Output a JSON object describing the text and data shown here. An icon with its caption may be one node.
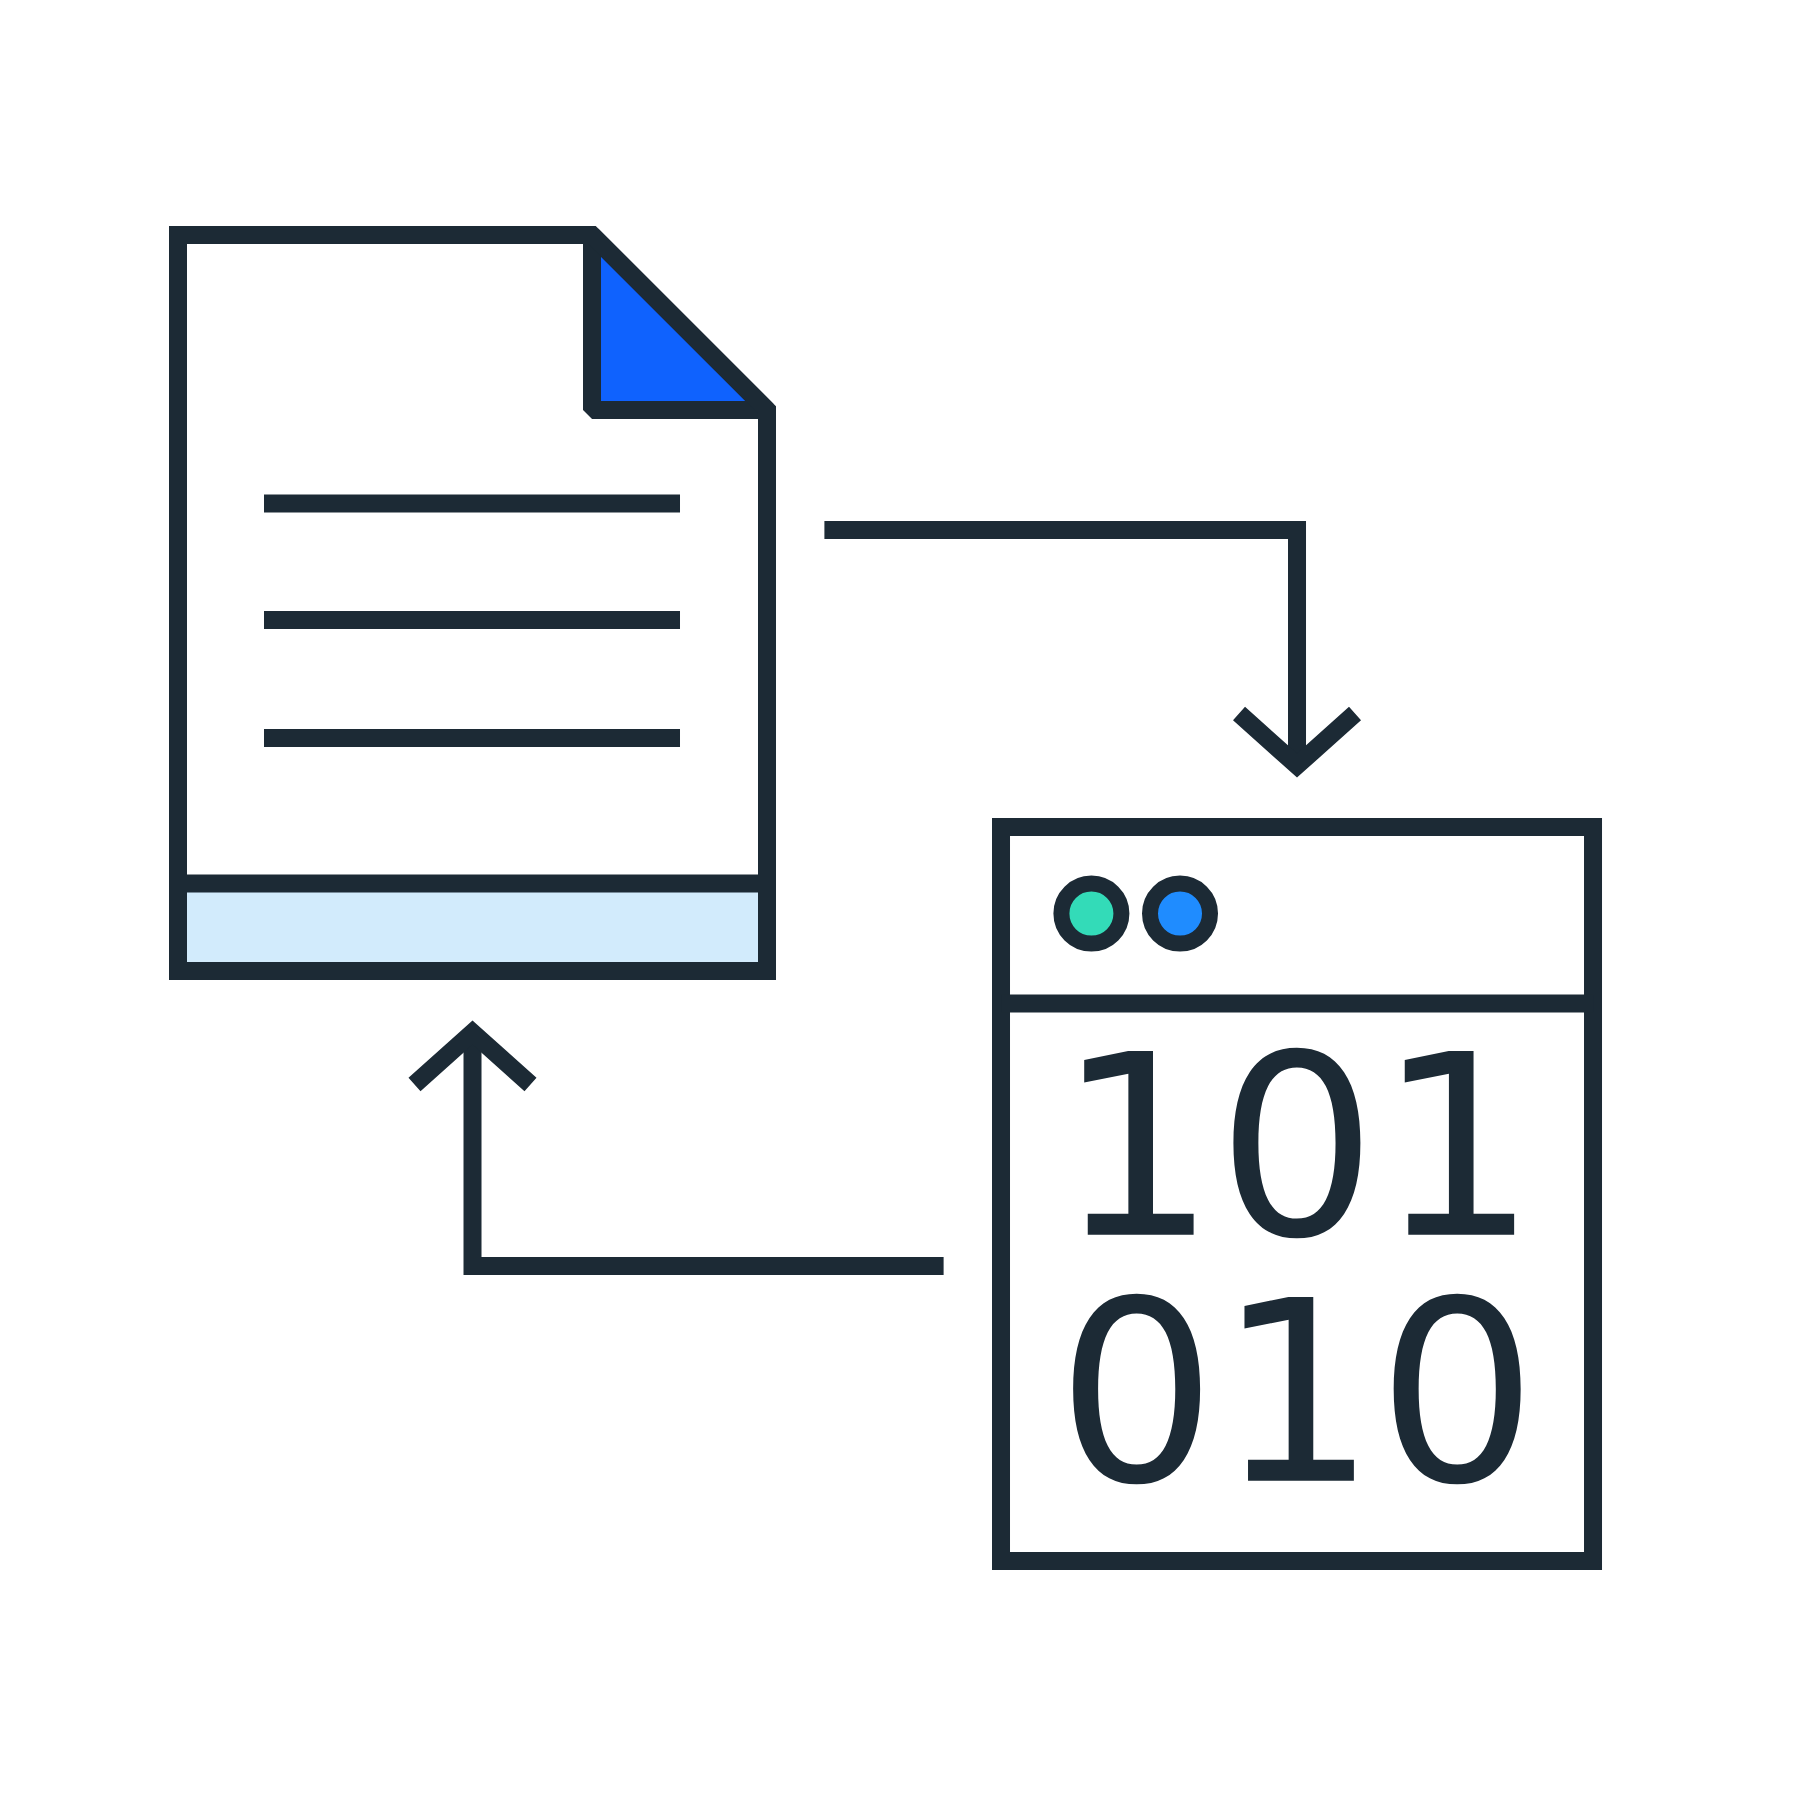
{
  "diagram": {
    "nodes": [
      {
        "text": [],
        "shape": "document"
      },
      {
        "text": [
          "101 010"
        ]
      }
    ],
    "edges": [
      {
        "from": 0,
        "to": 1,
        "arrow": "to"
      },
      {
        "from": 1,
        "to": 0,
        "arrow": "to"
      }
    ]
  }
}
